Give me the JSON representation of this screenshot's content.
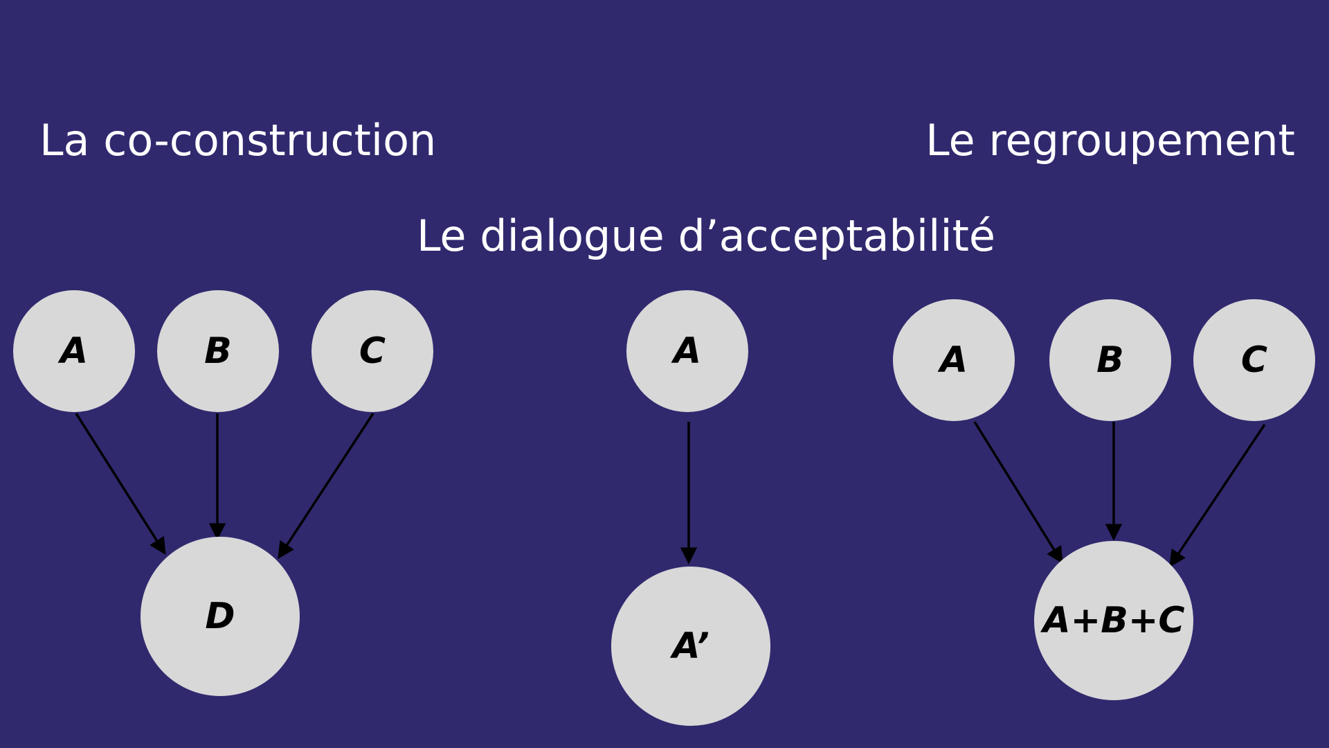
{
  "titles": {
    "left": "La co-construction",
    "middle": "Le dialogue d’acceptabilité",
    "right": "Le regroupement"
  },
  "diagrams": {
    "coconstruction": {
      "sources": [
        "A",
        "B",
        "C"
      ],
      "target": "D"
    },
    "dialogue": {
      "source": "A",
      "target": "A’"
    },
    "regroupement": {
      "sources": [
        "A",
        "B",
        "C"
      ],
      "target": "A+B+C"
    }
  },
  "colors": {
    "background": "#30296e",
    "node_fill": "#d8d8d8",
    "text": "#ffffff",
    "arrow": "#000000"
  }
}
